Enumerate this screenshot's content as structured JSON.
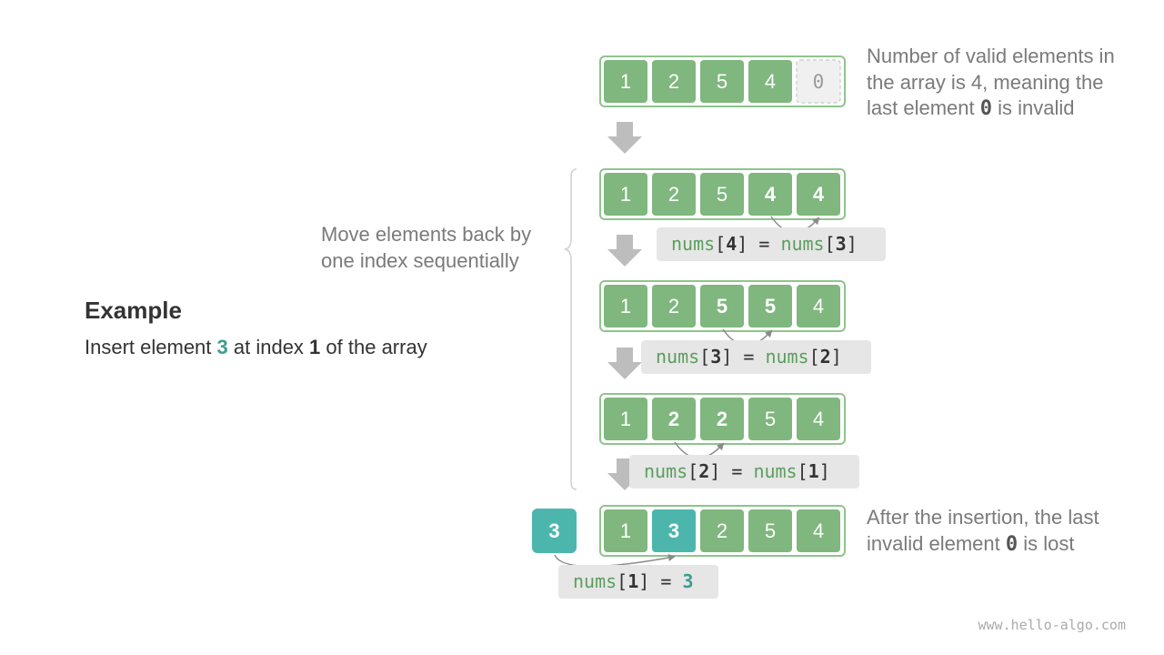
{
  "example": {
    "title": "Example",
    "insert_prefix": "Insert element ",
    "insert_value": "3",
    "insert_mid": " at index ",
    "insert_index": "1",
    "insert_suffix": " of the array"
  },
  "note_top": {
    "line1": "Number of valid elements in",
    "line2": "the array is 4, meaning the",
    "line3_prefix": "last element ",
    "line3_code": "0",
    "line3_suffix": " is invalid"
  },
  "note_move": {
    "line1": "Move elements back by",
    "line2": "one index sequentially"
  },
  "note_bottom": {
    "line1": "After the insertion, the last",
    "line2_prefix": "invalid element ",
    "line2_code": "0",
    "line2_suffix": " is lost"
  },
  "rows": [
    {
      "values": [
        "1",
        "2",
        "5",
        "4",
        "0"
      ],
      "invalid": [
        4
      ],
      "bold": [],
      "highlight": []
    },
    {
      "values": [
        "1",
        "2",
        "5",
        "4",
        "4"
      ],
      "invalid": [],
      "bold": [
        3,
        4
      ],
      "highlight": []
    },
    {
      "values": [
        "1",
        "2",
        "5",
        "5",
        "4"
      ],
      "invalid": [],
      "bold": [
        2,
        3
      ],
      "highlight": []
    },
    {
      "values": [
        "1",
        "2",
        "2",
        "5",
        "4"
      ],
      "invalid": [],
      "bold": [
        1,
        2
      ],
      "highlight": []
    },
    {
      "values": [
        "1",
        "3",
        "2",
        "5",
        "4"
      ],
      "invalid": [],
      "bold": [
        1
      ],
      "highlight": [
        1
      ]
    }
  ],
  "ops": [
    {
      "lhs_name": "nums",
      "lhs_index": "4",
      "eq": " = ",
      "rhs_name": "nums",
      "rhs_index": "3"
    },
    {
      "lhs_name": "nums",
      "lhs_index": "3",
      "eq": " = ",
      "rhs_name": "nums",
      "rhs_index": "2"
    },
    {
      "lhs_name": "nums",
      "lhs_index": "2",
      "eq": " = ",
      "rhs_name": "nums",
      "rhs_index": "1"
    },
    {
      "lhs_name": "nums",
      "lhs_index": "1",
      "eq": " = ",
      "rhs_value": "3"
    }
  ],
  "new_element": "3",
  "watermark": "www.hello-algo.com",
  "colors": {
    "cell": "#7fb77e",
    "cell_border": "#8fc48c",
    "highlight": "#4db6ac",
    "teal_text": "#3a9d8f",
    "code_green": "#5a9e5c",
    "label_bg": "#e6e6e6",
    "invalid_bg": "#f0f0f0",
    "arrow": "#bdbdbd"
  }
}
